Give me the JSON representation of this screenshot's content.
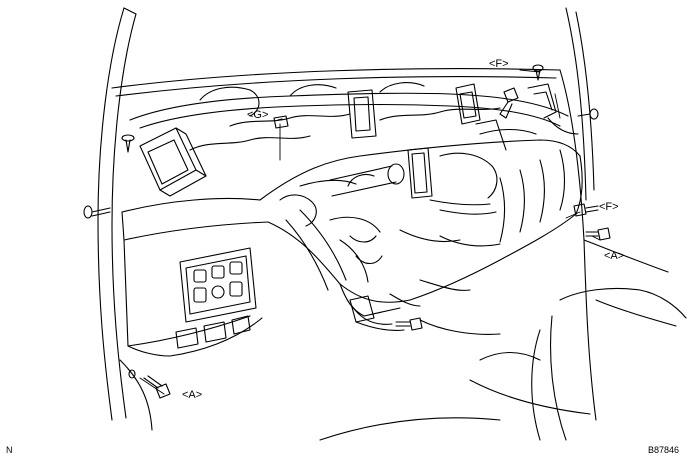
{
  "diagram": {
    "line_color": "#000000",
    "background": "#ffffff",
    "callouts": {
      "f_top": "<F>",
      "g": "<G>",
      "f_right": "<F>",
      "a_right": "<A>",
      "a_bottom": "<A>"
    },
    "corner_letter": "N",
    "figure_code": "B87846"
  }
}
